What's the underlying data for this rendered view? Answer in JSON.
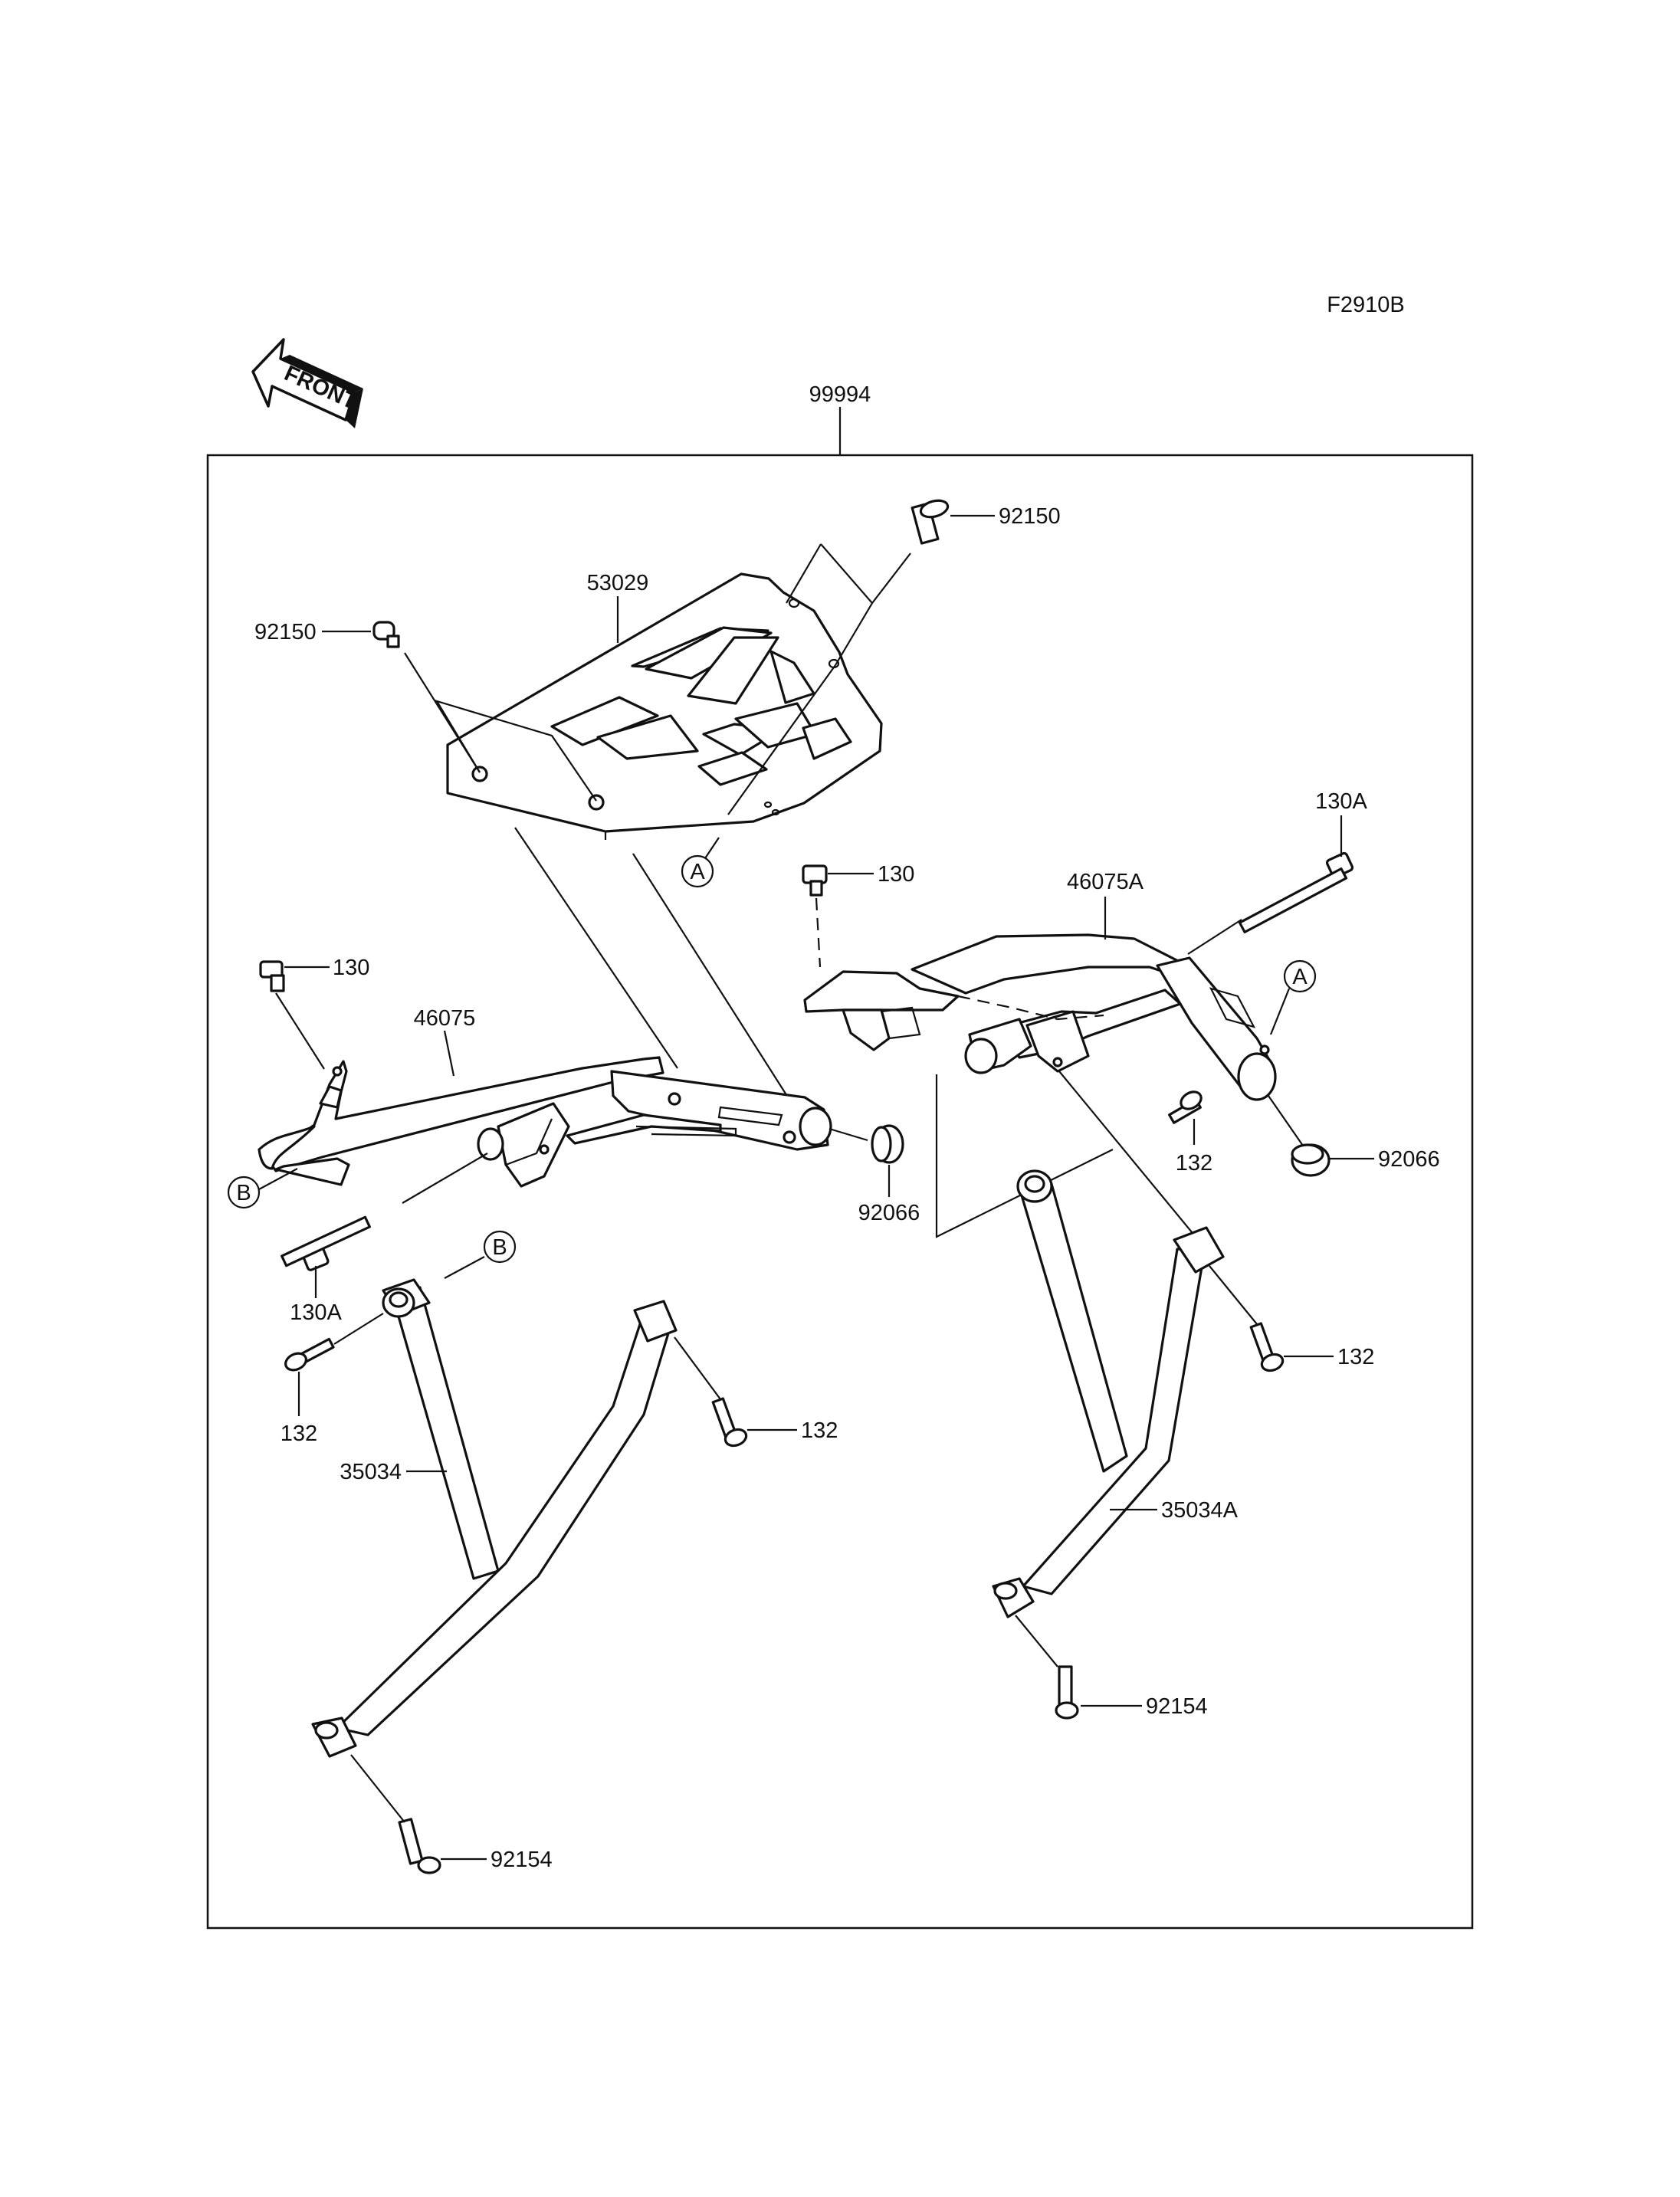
{
  "figure_code": "F2910B",
  "front_label": "FRONT",
  "assembly_label": "99994",
  "callouts": {
    "carrier_plate": "53029",
    "bolt_top_right": "92150",
    "bolt_top_left": "92150",
    "ref_a_center": "A",
    "ref_a_right": "A",
    "ref_b_left": "B",
    "ref_b_lower": "B",
    "bolt_130_left": "130",
    "bolt_130_center": "130",
    "bolt_130a_right": "130A",
    "bolt_130a_left": "130A",
    "bracket_left": "46075",
    "bracket_right": "46075A",
    "grommet_left": "92066",
    "grommet_right": "92066",
    "bolt_132_center": "132",
    "bolt_132_right": "132",
    "bolt_132_left": "132",
    "bolt_132_lower": "132",
    "stay_left": "35034",
    "stay_right": "35034A",
    "bolt_92154_right": "92154",
    "bolt_92154_left": "92154"
  }
}
